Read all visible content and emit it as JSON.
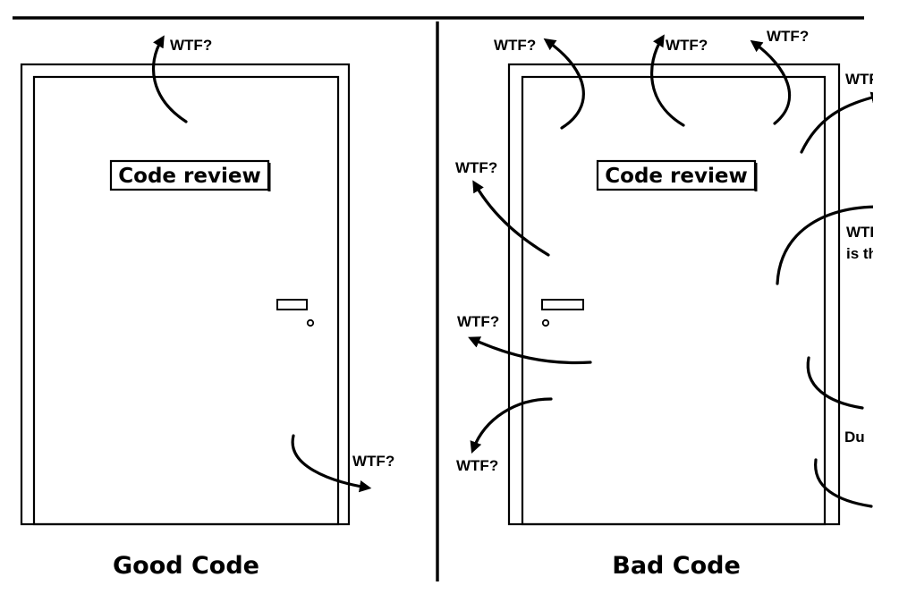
{
  "panels": {
    "left": {
      "caption": "Good Code",
      "sign": "Code review",
      "exclamations": [
        "WTF?",
        "WTF?"
      ]
    },
    "right": {
      "caption": "Bad Code",
      "sign": "Code review",
      "exclamations": [
        "WTF?",
        "WTF?",
        "WTF?",
        "WTF ??!",
        "WTF?",
        "WTF",
        "is this?",
        "WTF?",
        "WTF?",
        "Du"
      ]
    }
  },
  "colors": {
    "ink": "#000000",
    "paper": "#ffffff"
  }
}
